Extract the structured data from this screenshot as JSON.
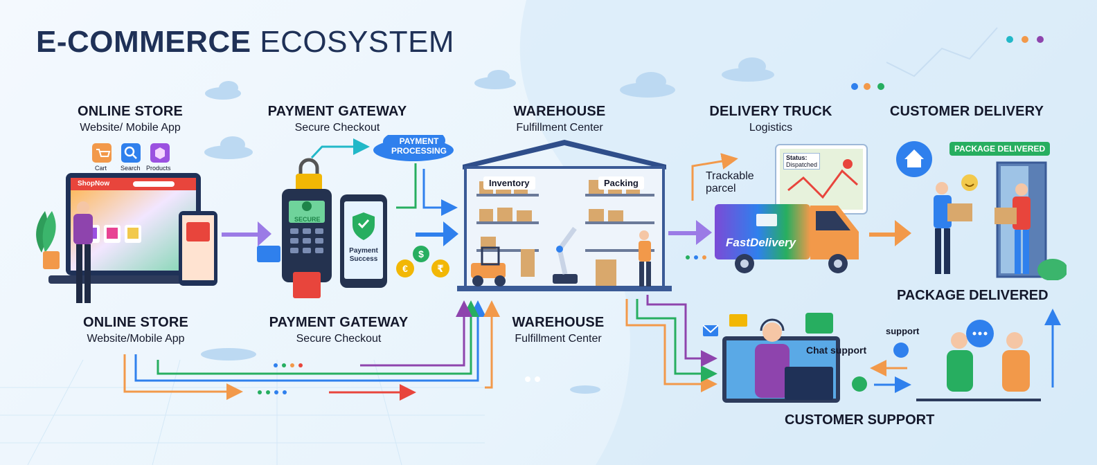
{
  "title": {
    "bold": "E-COMMERCE",
    "light": "ECOSYSTEM"
  },
  "stages_top": [
    {
      "heading": "ONLINE STORE",
      "sub": "Website/ Mobile App"
    },
    {
      "heading": "PAYMENT GATEWAY",
      "sub": "Secure Checkout"
    },
    {
      "heading": "WAREHOUSE",
      "sub": "Fulfillment Center"
    },
    {
      "heading": "DELIVERY TRUCK",
      "sub": "Logistics"
    },
    {
      "heading": "CUSTOMER DELIVERY",
      "sub": ""
    }
  ],
  "stages_bottom": [
    {
      "heading": "ONLINE STORE",
      "sub": "Website/Mobile App"
    },
    {
      "heading": "PAYMENT GATEWAY",
      "sub": "Secure Checkout"
    },
    {
      "heading": "WAREHOUSE",
      "sub": "Fulfillment Center"
    }
  ],
  "store": {
    "icons": [
      "Cart",
      "Search",
      "Products"
    ],
    "brand": "ShopNow"
  },
  "payment": {
    "cloud": [
      "PAYMENT",
      "PROCESSING"
    ],
    "terminal": "SECURE",
    "phone": [
      "Payment",
      "Success"
    ]
  },
  "warehouse": {
    "sections": [
      "Inventory",
      "Packing"
    ]
  },
  "truck": {
    "parcel": [
      "Trackable",
      "parcel"
    ],
    "map_status": [
      "Status:",
      "Dispatched"
    ],
    "brand": "FastDelivery"
  },
  "delivery": {
    "badge": "PACKAGE DELIVERED",
    "caption": "PACKAGE DELIVERED"
  },
  "support": {
    "title": "CUSTOMER SUPPORT",
    "chat": "Chat support",
    "support": "support"
  },
  "colors": {
    "navy": "#1f3157",
    "blue": "#2f80ed",
    "green": "#27ae60",
    "orange": "#f2994a",
    "purple": "#8e44ad",
    "teal": "#22b8c8"
  },
  "icon_names": [
    "cart-icon",
    "search-icon",
    "products-icon",
    "lock-icon",
    "shield-check-icon",
    "home-icon",
    "mail-icon",
    "chat-icon",
    "whatsapp-icon",
    "headset-icon",
    "smile-icon"
  ]
}
